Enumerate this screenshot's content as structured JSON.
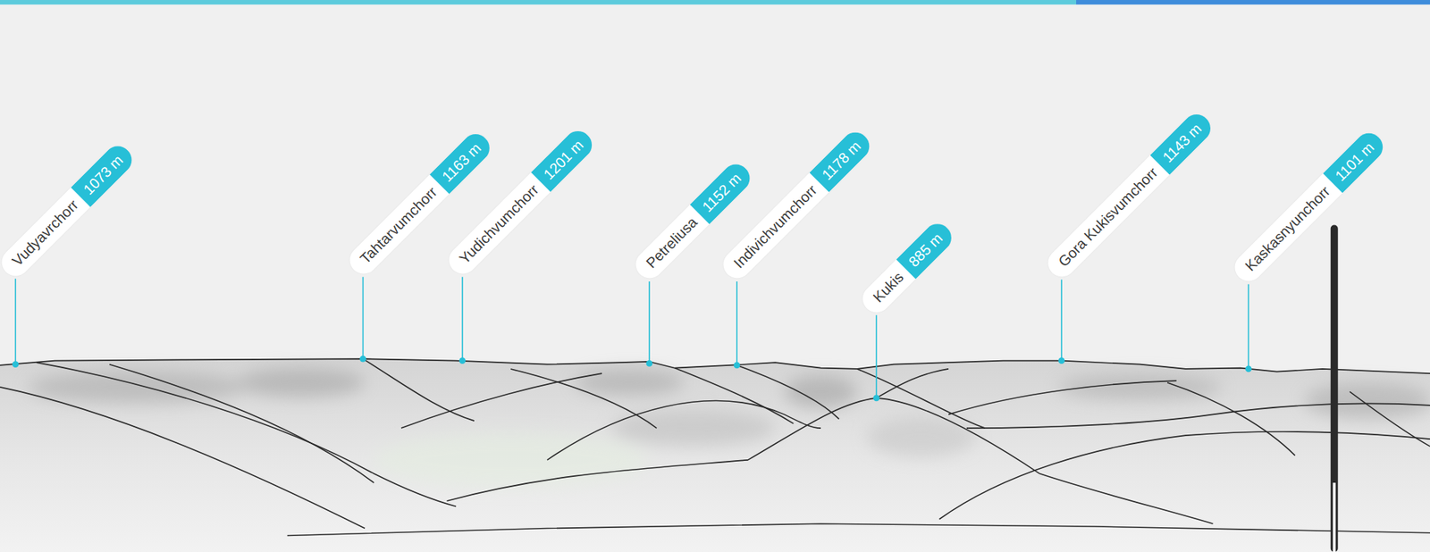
{
  "diagram": {
    "nodes": [
      {
        "text": [
          "Vudyavrchorr",
          "1073 m"
        ]
      },
      {
        "text": [
          "Tahtarvumchorr",
          "1163 m"
        ]
      },
      {
        "text": [
          "Yudichvumchorr",
          "1201 m"
        ]
      },
      {
        "text": [
          "Petreliusa",
          "1152 m"
        ]
      },
      {
        "text": [
          "Indivichvumchorr",
          "1178 m"
        ]
      },
      {
        "text": [
          "Kukis",
          "885 m"
        ]
      },
      {
        "text": [
          "Gora Kukisvumchorr",
          "1143 m"
        ]
      },
      {
        "text": [
          "Kaskasnyunchorr",
          "1101 m"
        ]
      }
    ]
  }
}
